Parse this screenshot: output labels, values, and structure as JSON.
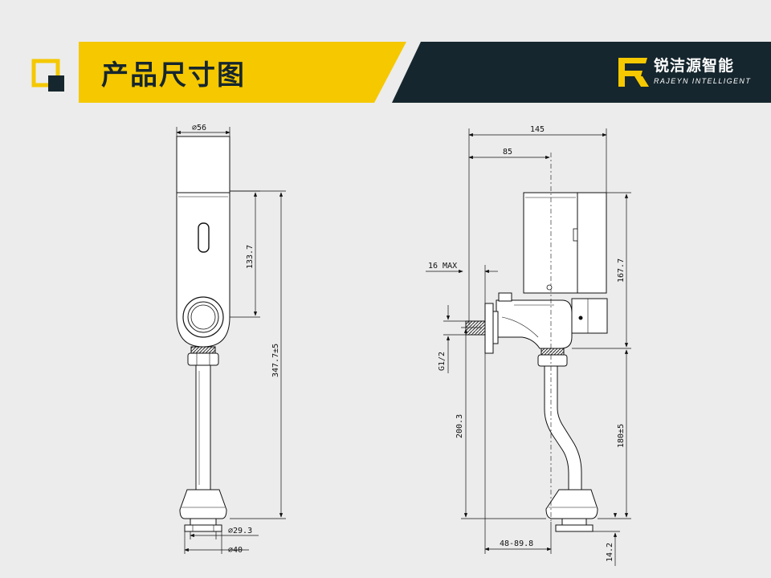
{
  "header": {
    "title": "产品尺寸图",
    "brand_cn": "锐洁源智能",
    "brand_en": "RAJEYN INTELLIGENT",
    "colors": {
      "accent": "#f5c800",
      "dark": "#16262e"
    }
  },
  "front_view": {
    "dim_top_diameter": "∅56",
    "dim_sensor_height": "133.7",
    "dim_total_height": "347.7±5",
    "dim_base_inner": "∅29.3",
    "dim_base_outer": "∅40"
  },
  "side_view": {
    "dim_width_total": "145",
    "dim_width_partial": "85",
    "dim_wall_max": "16 MAX",
    "dim_thread": "G1/2",
    "dim_body_height": "167.7",
    "dim_pipe_height": "200.3",
    "dim_outlet_height": "180±5",
    "dim_offset_range": "48-89.8",
    "dim_base_height": "14.2"
  }
}
